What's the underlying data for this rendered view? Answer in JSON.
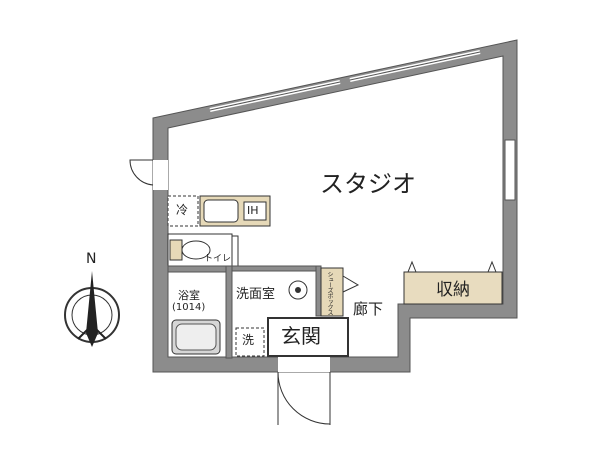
{
  "rooms": {
    "studio": "スタジオ",
    "storage": "収納",
    "corridor": "廊下",
    "entrance": "玄関",
    "washroom": "洗面室",
    "bath": "浴室",
    "bath_size": "(1014)",
    "toilet": "トイレ",
    "shoe_box": "シューズボックス",
    "fridge": "冷",
    "washer": "洗",
    "ih": "IH"
  },
  "compass": {
    "north": "N"
  },
  "colors": {
    "wall": "#8c8c8c",
    "wall_edge": "#555555",
    "storage_fill": "#e8dcbf",
    "kitchen_fill": "#e6d9b8",
    "shoe_fill": "#e6d9b8",
    "bath_fill": "#d6d6d6",
    "line": "#333333"
  }
}
